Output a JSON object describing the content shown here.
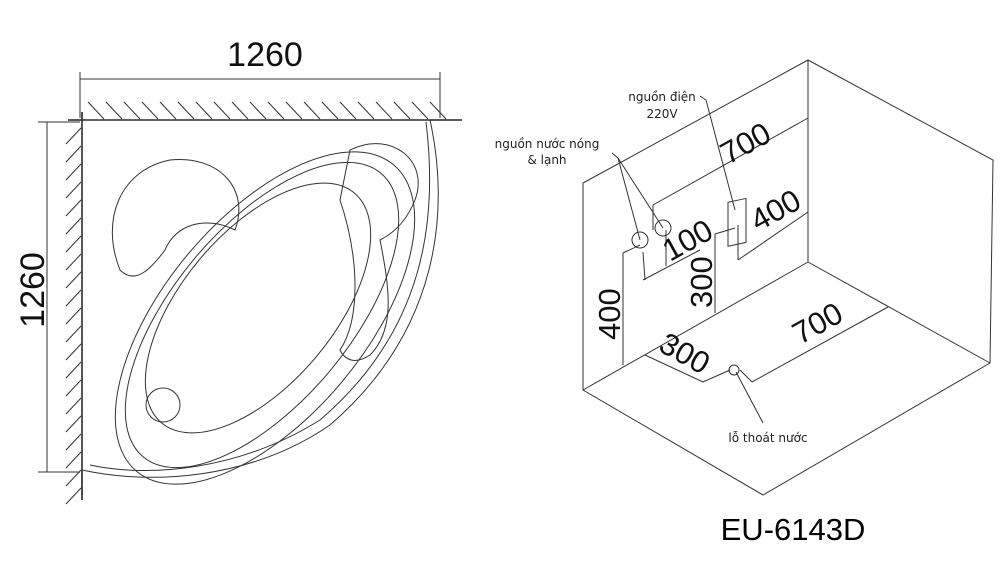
{
  "plan_view": {
    "width_label": "1260",
    "depth_label": "1260"
  },
  "install_view": {
    "power_label_line1": "nguồn điện",
    "power_label_line2": "220V",
    "water_label_line1": "nguồn nước nóng",
    "water_label_line2": "& lạnh",
    "drain_label": "lỗ thoát nước",
    "dims": {
      "top_700": "700",
      "outlet_400": "400",
      "pipe_spacing_100": "100",
      "outlet_height_300": "300",
      "pipe_height_400": "400",
      "floor_300": "300",
      "floor_700": "700"
    }
  },
  "model": "EU-6143D"
}
